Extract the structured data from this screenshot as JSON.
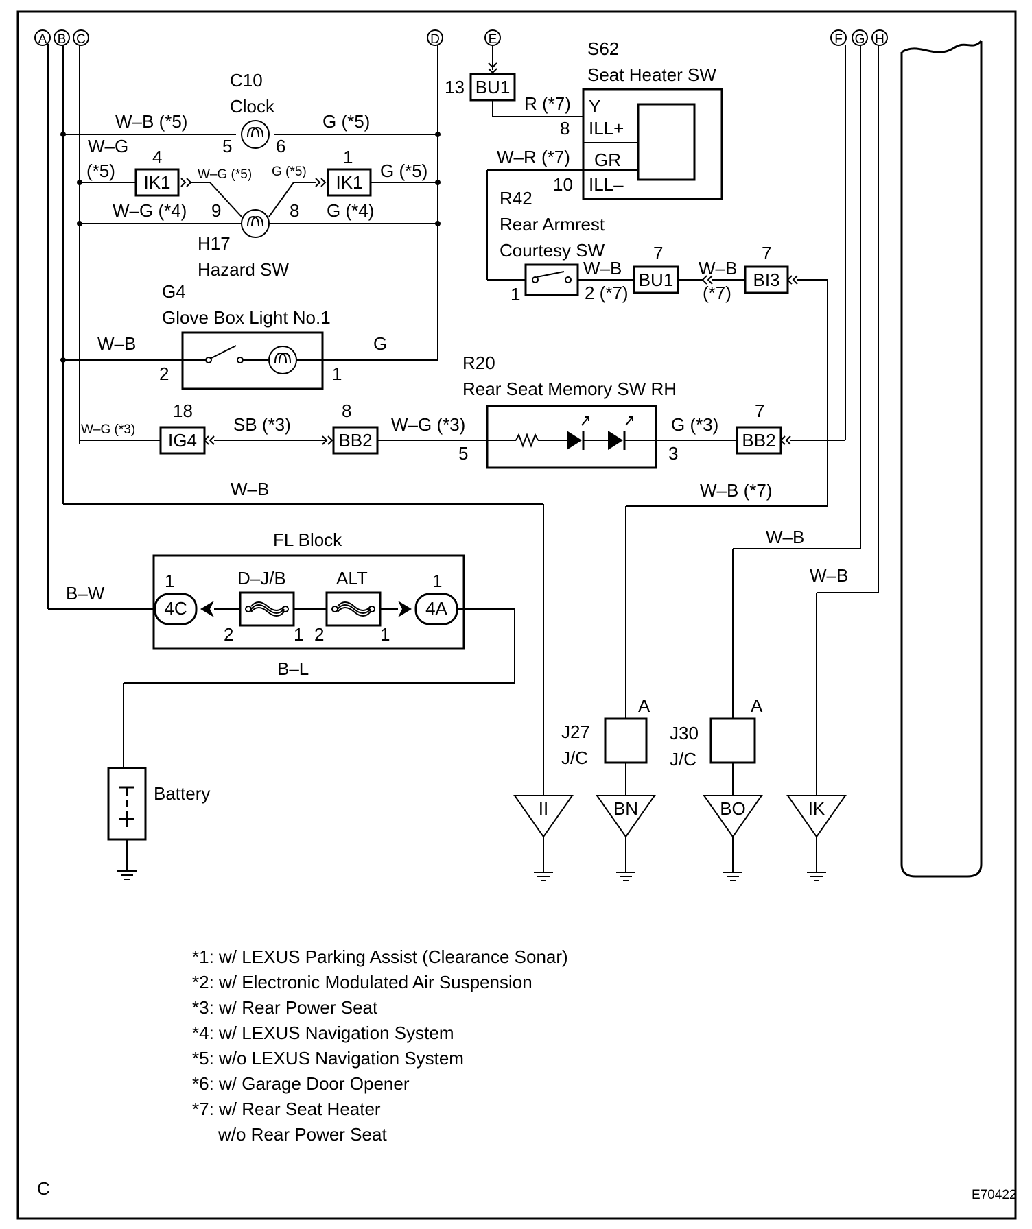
{
  "connection_points": [
    "A",
    "B",
    "C",
    "D",
    "E",
    "F",
    "G",
    "H"
  ],
  "components": {
    "c10": {
      "code": "C10",
      "name": "Clock"
    },
    "h17": {
      "code": "H17",
      "name": "Hazard SW"
    },
    "g4": {
      "code": "G4",
      "name": "Glove Box Light No.1"
    },
    "s62": {
      "code": "S62",
      "name": "Seat Heater SW",
      "pins": [
        "Y",
        "ILL+",
        "GR",
        "ILL–"
      ]
    },
    "r42": {
      "code": "R42",
      "name_line1": "Rear Armrest",
      "name_line2": "Courtesy SW"
    },
    "r20": {
      "code": "R20",
      "name": "Rear Seat Memory SW RH"
    },
    "fl_block": {
      "name": "FL Block",
      "fuse1": "D–J/B",
      "fuse2": "ALT",
      "conn_left": "4C",
      "conn_right": "4A"
    },
    "battery": {
      "name": "Battery"
    },
    "j27": {
      "code": "J27",
      "type": "J/C",
      "pin": "A"
    },
    "j30": {
      "code": "J30",
      "type": "J/C",
      "pin": "A"
    }
  },
  "connectors": {
    "ik1_left": "IK1",
    "ik1_right": "IK1",
    "bu1_top": "BU1",
    "bu1_mid": "BU1",
    "bi3": "BI3",
    "ig4": "IG4",
    "bb2_left": "BB2",
    "bb2_right": "BB2"
  },
  "grounds": [
    "II",
    "BN",
    "BO",
    "IK"
  ],
  "wires": {
    "wb5": "W–B (*5)",
    "g5": "G (*5)",
    "wg": "W–G",
    "p5": "(*5)",
    "wg5s": "W–G (*5)",
    "g5s": "G (*5)",
    "g5r": "G (*5)",
    "wg4": "W–G (*4)",
    "g4w": "G (*4)",
    "r7": "R (*7)",
    "wr7": "W–R (*7)",
    "wb_g4": "W–B",
    "g_g4": "G",
    "wb_r42": "W–B",
    "p7_r42": "2 (*7)",
    "wb_bi3": "W–B",
    "p7_bi3": "(*7)",
    "wg3s": "W–G (*3)",
    "sb3": "SB (*3)",
    "wg3": "W–G (*3)",
    "g3": "G (*3)",
    "wb_b": "W–B",
    "wb7": "W–B (*7)",
    "wb_g": "W–B",
    "wb_h": "W–B",
    "bw": "B–W",
    "bl": "B–L"
  },
  "pins": {
    "c10_5": "5",
    "c10_6": "6",
    "ik1l": "4",
    "ik1r": "1",
    "h17_9": "9",
    "h17_8": "8",
    "bu1t": "13",
    "s62_8": "8",
    "s62_10": "10",
    "r42_1": "1",
    "bu1m": "7",
    "bi3": "7",
    "g4_2": "2",
    "g4_1": "1",
    "ig4": "18",
    "bb2l": "8",
    "r20_5": "5",
    "r20_3": "3",
    "bb2r": "7",
    "fl_l1": "1",
    "fl_r1": "1",
    "fl_2a": "2",
    "fl_1a": "1",
    "fl_2b": "2",
    "fl_1b": "1"
  },
  "notes": [
    "*1: w/ LEXUS Parking Assist (Clearance Sonar)",
    "*2: w/ Electronic Modulated Air Suspension",
    "*3: w/ Rear Power Seat",
    "*4: w/ LEXUS Navigation System",
    "*5: w/o LEXUS Navigation System",
    "*6: w/ Garage Door Opener",
    "*7: w/ Rear Seat Heater",
    "w/o Rear Power Seat"
  ],
  "page_letter": "C",
  "figure_code": "E70422"
}
